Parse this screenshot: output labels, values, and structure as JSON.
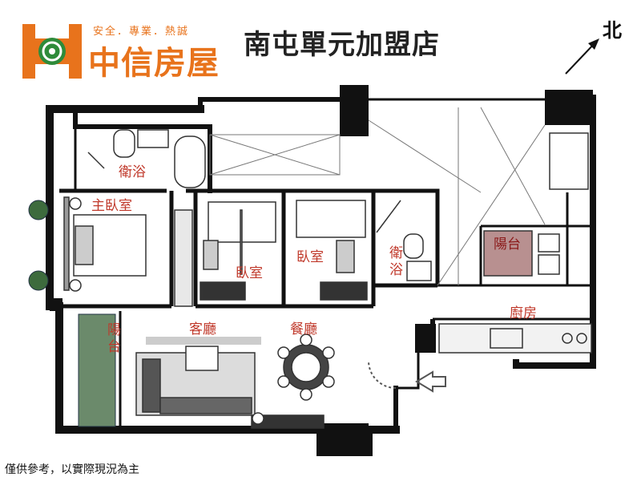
{
  "header": {
    "tagline": "安全．專業．熱誠",
    "brand_name": "中信房屋",
    "store_name": "南屯單元加盟店",
    "north_label": "北"
  },
  "rooms": {
    "bath_1": "衛浴",
    "master_bedroom": "主臥室",
    "bedroom_1": "臥室",
    "bedroom_2": "臥室",
    "bath_2": "衛浴",
    "balcony_1": "陽台",
    "living_room": "客廳",
    "dining_room": "餐廳",
    "kitchen": "廚房",
    "balcony_2": "陽台"
  },
  "footer": {
    "disclaimer": "僅供參考，以實際現況為主"
  },
  "colors": {
    "brand_orange": "#e8731c",
    "logo_green": "#2e8b3a",
    "label_red": "#c0392b",
    "wall": "#111111"
  }
}
